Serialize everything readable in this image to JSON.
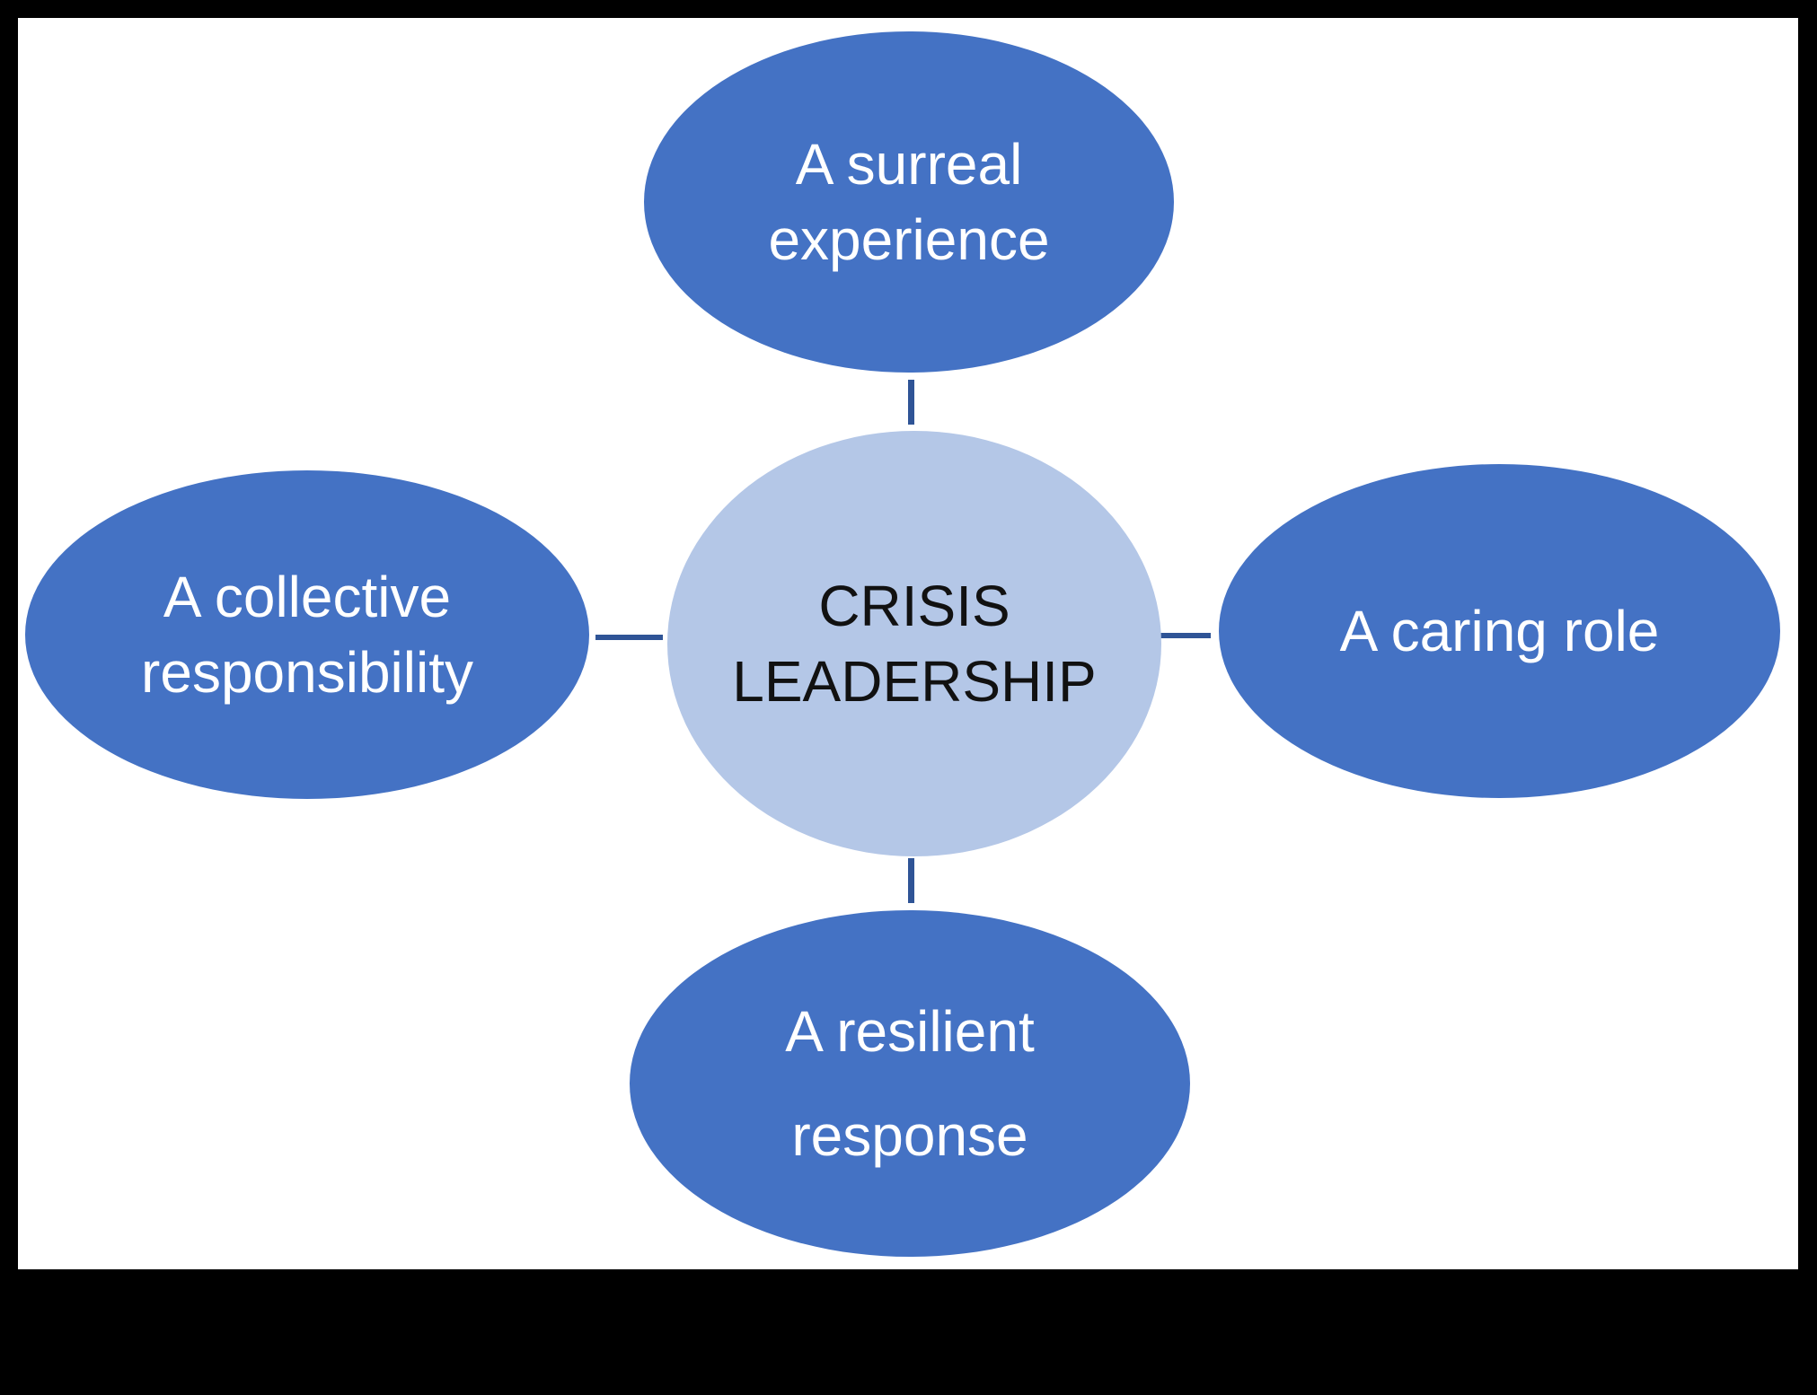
{
  "colors": {
    "outer_node": "#4472c4",
    "center_node": "#b4c7e7",
    "connector": "#2f5496",
    "outer_text": "#ffffff",
    "center_text": "#111111"
  },
  "center": {
    "line1": "CRISIS",
    "line2": "LEADERSHIP"
  },
  "nodes": {
    "top": {
      "line1": "A surreal",
      "line2": "experience"
    },
    "left": {
      "line1": "A collective",
      "line2": "responsibility"
    },
    "right": {
      "line1": "A caring role"
    },
    "bottom": {
      "line1": "A resilient",
      "line2": "response"
    }
  }
}
